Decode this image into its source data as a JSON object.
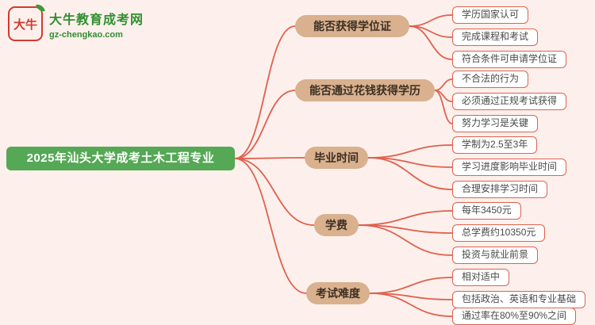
{
  "logo": {
    "badge_text": "大牛",
    "title": "大牛教育成考网",
    "domain": "gz-chengkao.com"
  },
  "mindmap": {
    "root": "2025年汕头大学成考土木工程专业",
    "branches": [
      {
        "label": "能否获得学位证",
        "children": [
          "学历国家认可",
          "完成课程和考试",
          "符合条件可申请学位证"
        ]
      },
      {
        "label": "能否通过花钱获得学历",
        "children": [
          "不合法的行为",
          "必须通过正规考试获得",
          "努力学习是关键"
        ]
      },
      {
        "label": "毕业时间",
        "children": [
          "学制为2.5至3年",
          "学习进度影响毕业时间",
          "合理安排学习时间"
        ]
      },
      {
        "label": "学费",
        "children": [
          "每年3450元",
          "总学费约10350元",
          "投资与就业前景"
        ]
      },
      {
        "label": "考试难度",
        "children": [
          "相对适中",
          "包括政治、英语和专业基础",
          "通过率在80%至90%之间"
        ]
      }
    ]
  },
  "colors": {
    "background": "#fdf0ec",
    "root_node": "#55a855",
    "branch_node": "#d9b18f",
    "connector_line": "#e0604e",
    "leaf_border": "#e0604e",
    "logo_green": "#2f8f2f",
    "logo_red": "#d2392f"
  }
}
